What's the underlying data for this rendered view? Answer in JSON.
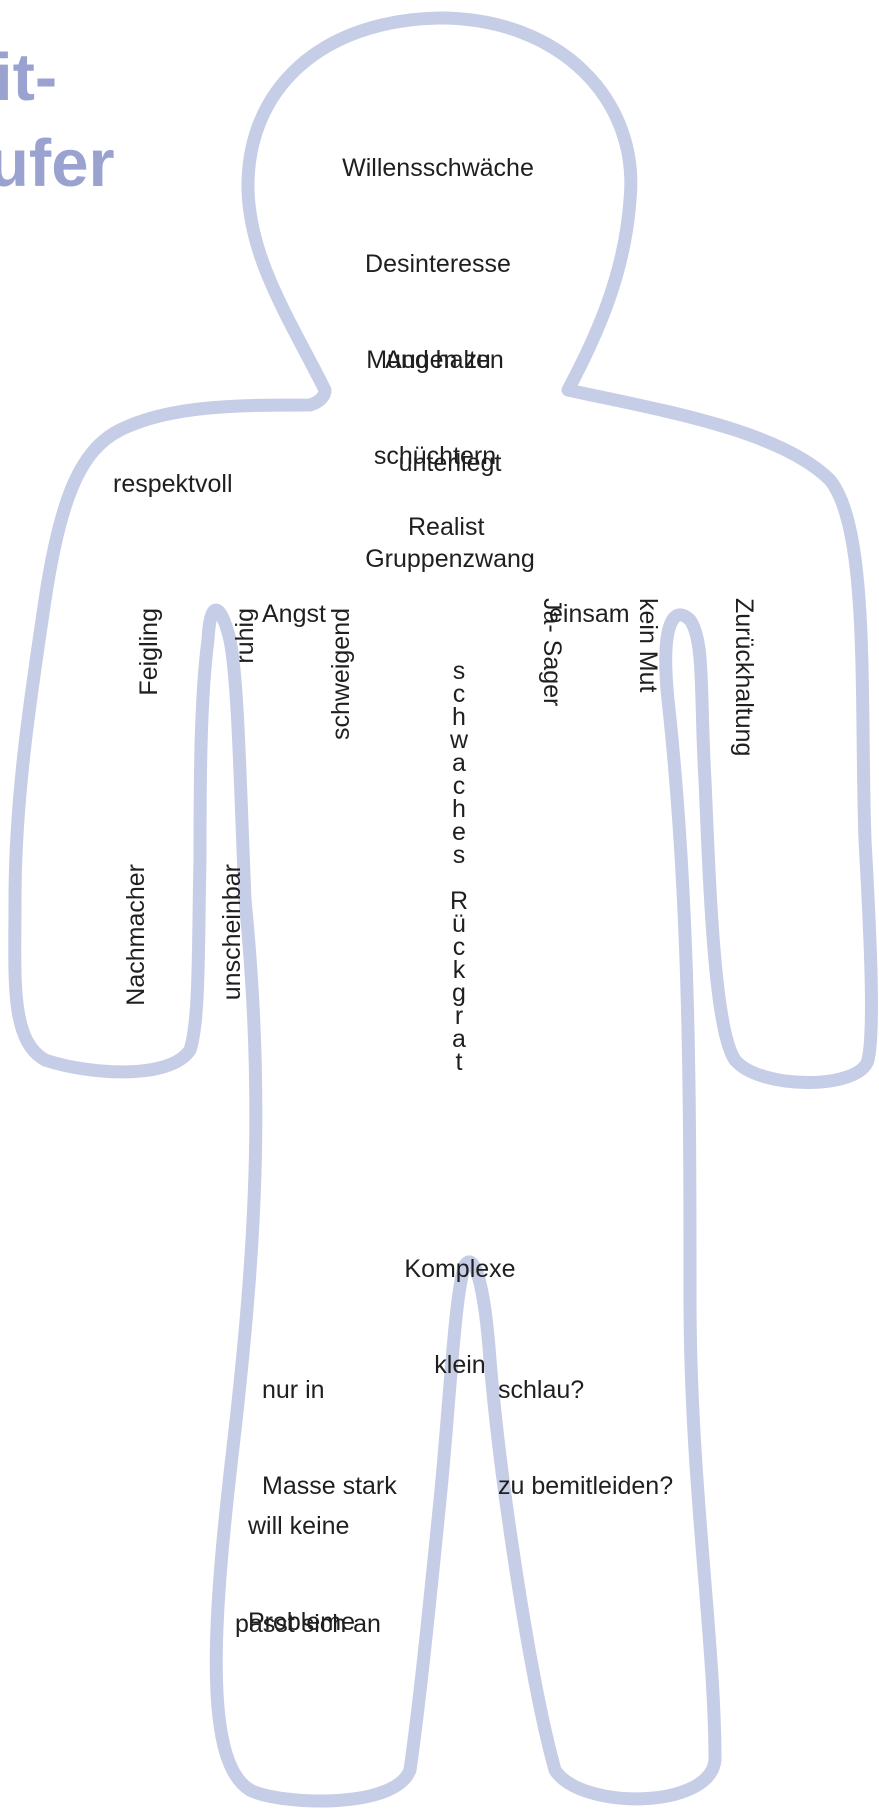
{
  "title": {
    "line1": "it-",
    "line2": "ufer"
  },
  "head": {
    "lines": [
      "Willensschwäche",
      "Desinteresse",
      "Augen zu"
    ]
  },
  "mouth": {
    "lines": [
      "Mund halten",
      "schüchtern"
    ]
  },
  "neck": {
    "lines": [
      "unterliegt",
      "Gruppenzwang"
    ]
  },
  "shoulder_left": {
    "text": "respektvoll"
  },
  "chest": {
    "text": "Realist"
  },
  "torso_left": {
    "text": "Angst"
  },
  "torso_right": {
    "text": "einsam"
  },
  "spine": {
    "text": "schwaches Rückgrat"
  },
  "left_arm_upper": {
    "lines": [
      "Feigling",
      "ruhig",
      "schweigend"
    ]
  },
  "left_arm_lower": {
    "lines": [
      "Nachmacher",
      "unscheinbar"
    ]
  },
  "right_arm": {
    "lines": [
      "Zurückhaltung",
      "kein Mut",
      "Ja- Sager"
    ]
  },
  "hips": {
    "lines": [
      "Komplexe",
      "klein"
    ]
  },
  "leg_left_upper": {
    "lines": [
      "nur in",
      "Masse stark"
    ]
  },
  "leg_right_upper": {
    "lines": [
      "schlau?",
      "zu bemitleiden?"
    ]
  },
  "leg_left_middle": {
    "lines": [
      "will keine",
      "Probleme"
    ]
  },
  "leg_left_lower": {
    "text": "passt sich an"
  },
  "colors": {
    "outline": "#c6cde6",
    "title": "#9aa3d0",
    "text": "#1f1f1f"
  }
}
